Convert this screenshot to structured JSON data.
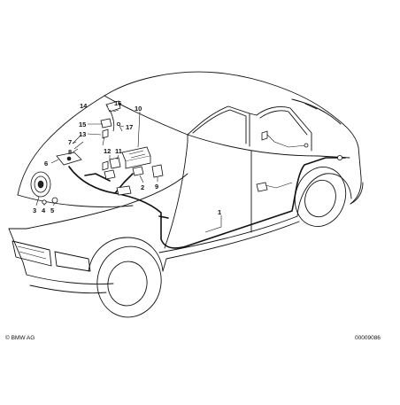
{
  "callouts": [
    "1",
    "2",
    "3",
    "4",
    "5",
    "6",
    "7",
    "8",
    "9",
    "10",
    "11",
    "12",
    "13",
    "14",
    "15",
    "16",
    "17"
  ],
  "footer": {
    "copyright": "© BMW AG",
    "diagram_number": "00009086"
  }
}
